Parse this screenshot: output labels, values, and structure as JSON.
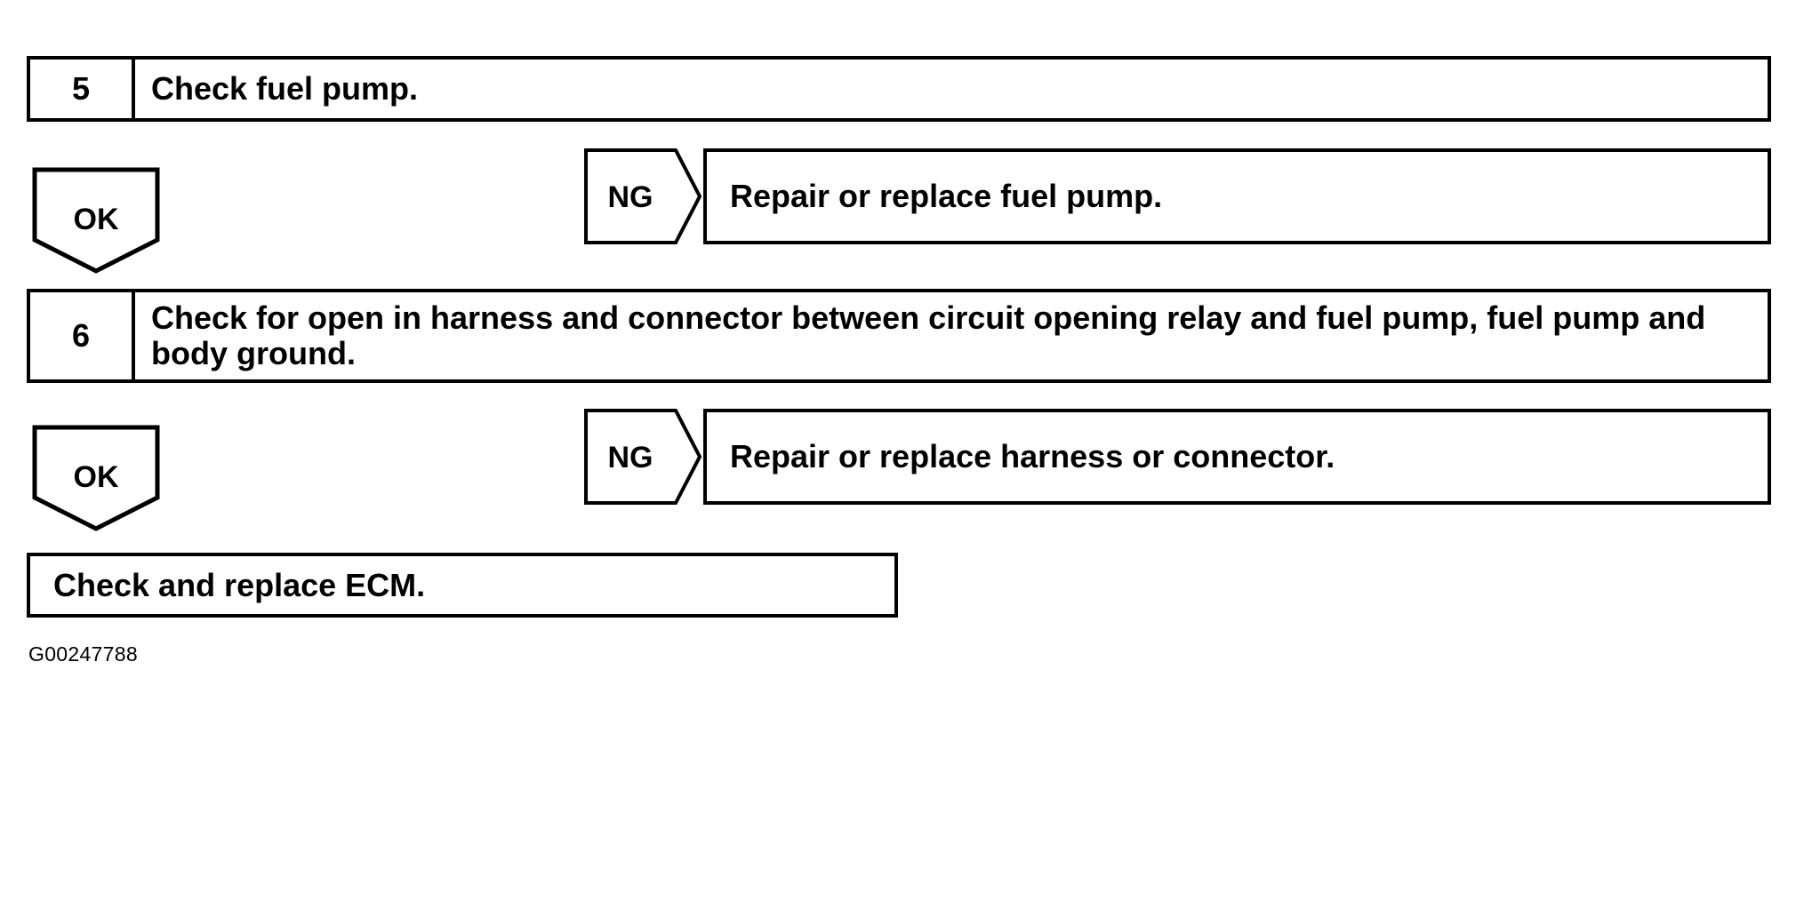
{
  "figure": {
    "id_label": "G00247788",
    "type": "troubleshooting-flowchart",
    "ink_color": "#000000",
    "background_color": "#ffffff"
  },
  "steps": [
    {
      "number": "5",
      "text": "Check fuel pump."
    },
    {
      "number": "6",
      "text": "Check for open in harness and connector between circuit opening relay and fuel pump, fuel pump and body ground."
    }
  ],
  "branches": [
    {
      "ok_label": "OK",
      "ng_label": "NG",
      "ng_result": "Repair or replace fuel pump."
    },
    {
      "ok_label": "OK",
      "ng_label": "NG",
      "ng_result": "Repair or replace harness or connector."
    }
  ],
  "final": {
    "text": "Check and replace ECM."
  }
}
